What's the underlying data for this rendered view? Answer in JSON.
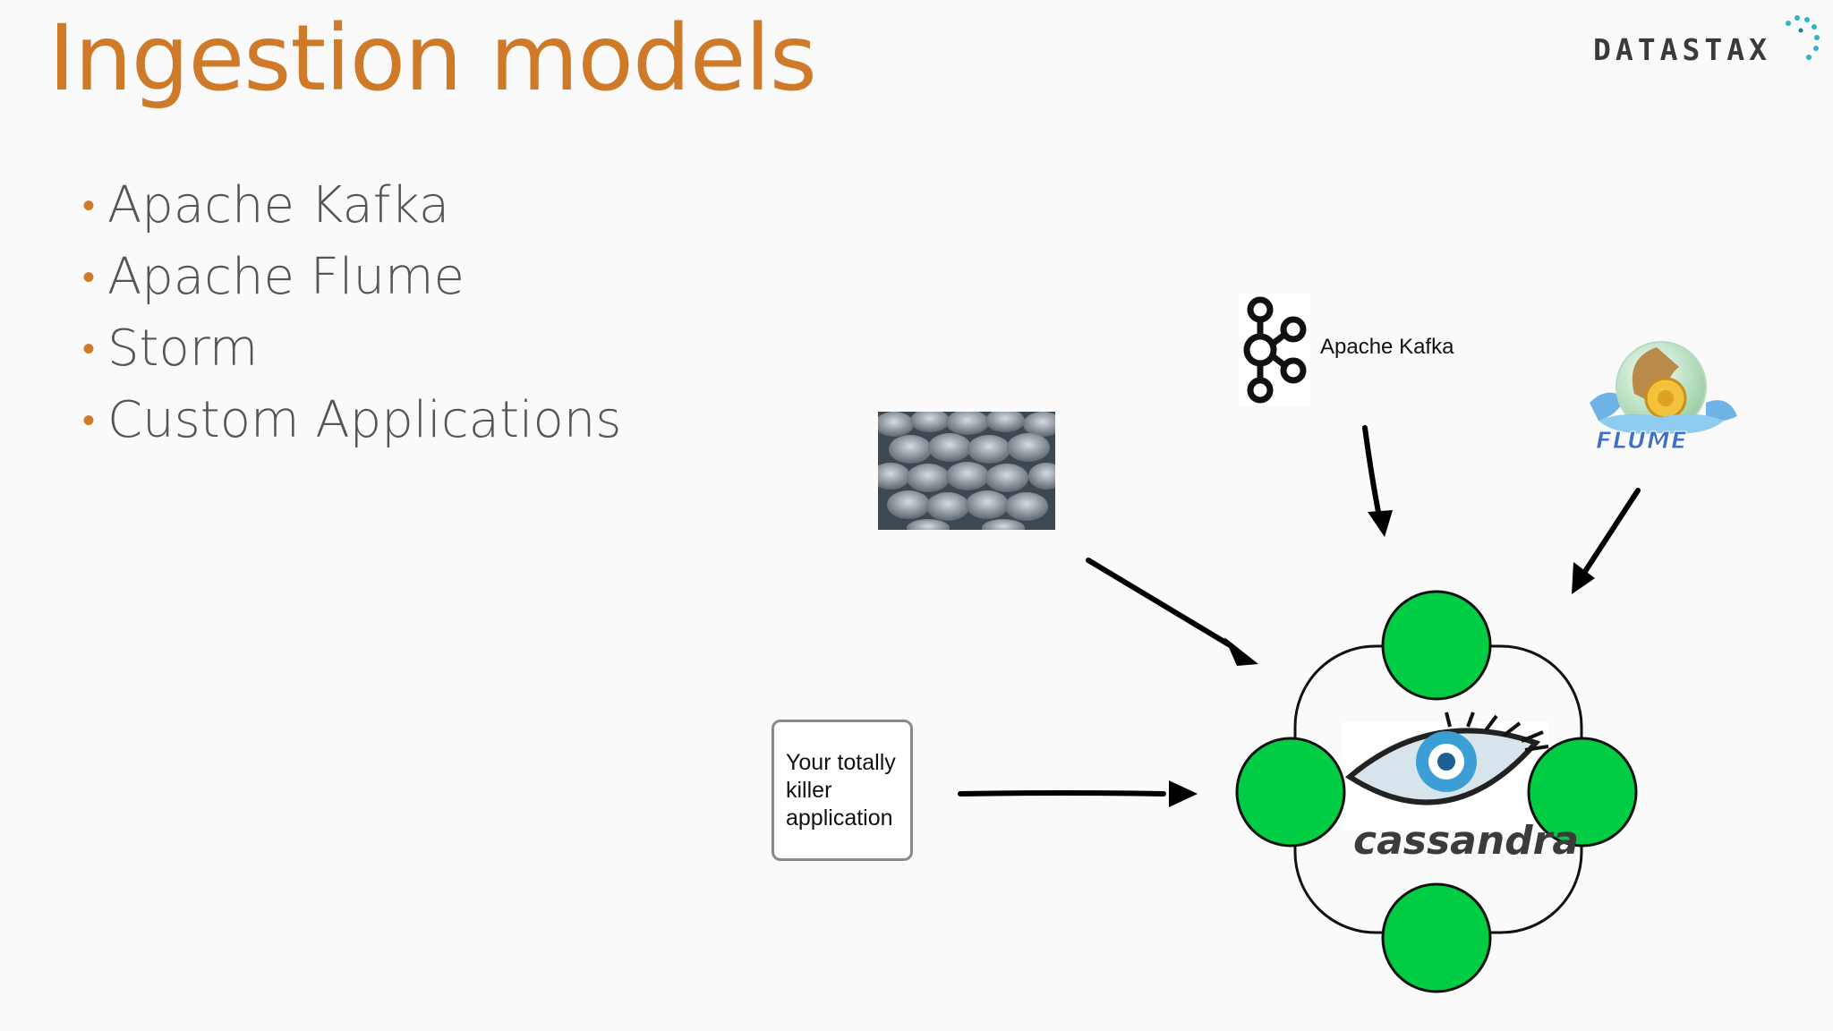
{
  "slide": {
    "title": "Ingestion models",
    "logo_text": "DATASTAX",
    "bullets": [
      "Apache Kafka",
      "Apache Flume",
      "Storm",
      "Custom Applications"
    ]
  },
  "diagram": {
    "kafka_label": "Apache Kafka",
    "flume_label": "FLUME",
    "app_box_text": "Your totally killer application",
    "cassandra_label": "cassandra"
  },
  "colors": {
    "title": "#cf7a29",
    "bullet_text": "#555555",
    "node_green": "#00cc44",
    "arrow": "#000000"
  },
  "icons": {
    "logo": "datastax-logo",
    "kafka": "kafka-icon",
    "flume": "flume-icon",
    "storm": "storm-clouds-image",
    "cassandra": "cassandra-eye-icon"
  }
}
